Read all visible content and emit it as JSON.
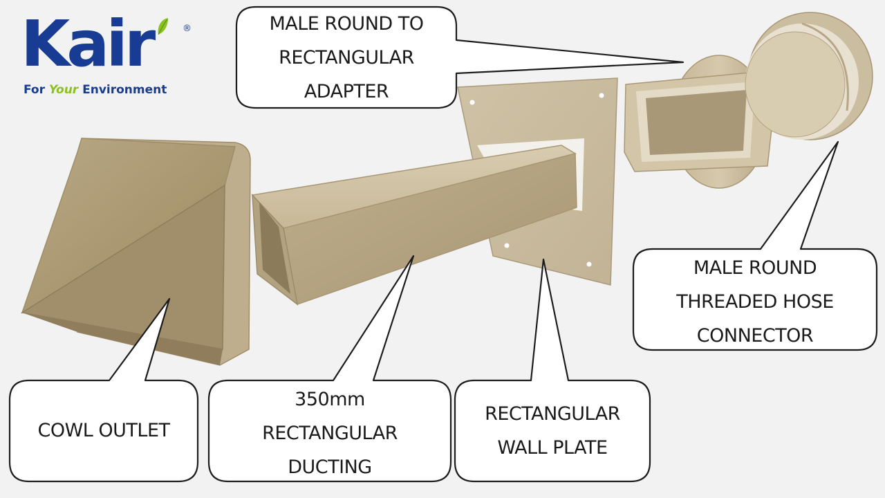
{
  "brand": {
    "name": "Kair",
    "registered": "®",
    "tagline_pre": "For ",
    "tagline_your": "Your",
    "tagline_post": " Environment",
    "color_primary": "#183c93",
    "color_accent": "#8cc21f"
  },
  "product_color": "#c4b496",
  "callouts": [
    {
      "id": "adapter",
      "lines": [
        "MALE ROUND TO",
        "RECTANGULAR",
        "ADAPTER"
      ]
    },
    {
      "id": "hose-connector",
      "lines": [
        "MALE ROUND",
        "THREADED HOSE",
        "CONNECTOR"
      ]
    },
    {
      "id": "cowl",
      "lines": [
        "COWL OUTLET"
      ]
    },
    {
      "id": "ducting",
      "lines": [
        "350mm",
        "RECTANGULAR",
        "DUCTING"
      ]
    },
    {
      "id": "wall-plate",
      "lines": [
        "RECTANGULAR",
        "WALL PLATE"
      ]
    }
  ]
}
